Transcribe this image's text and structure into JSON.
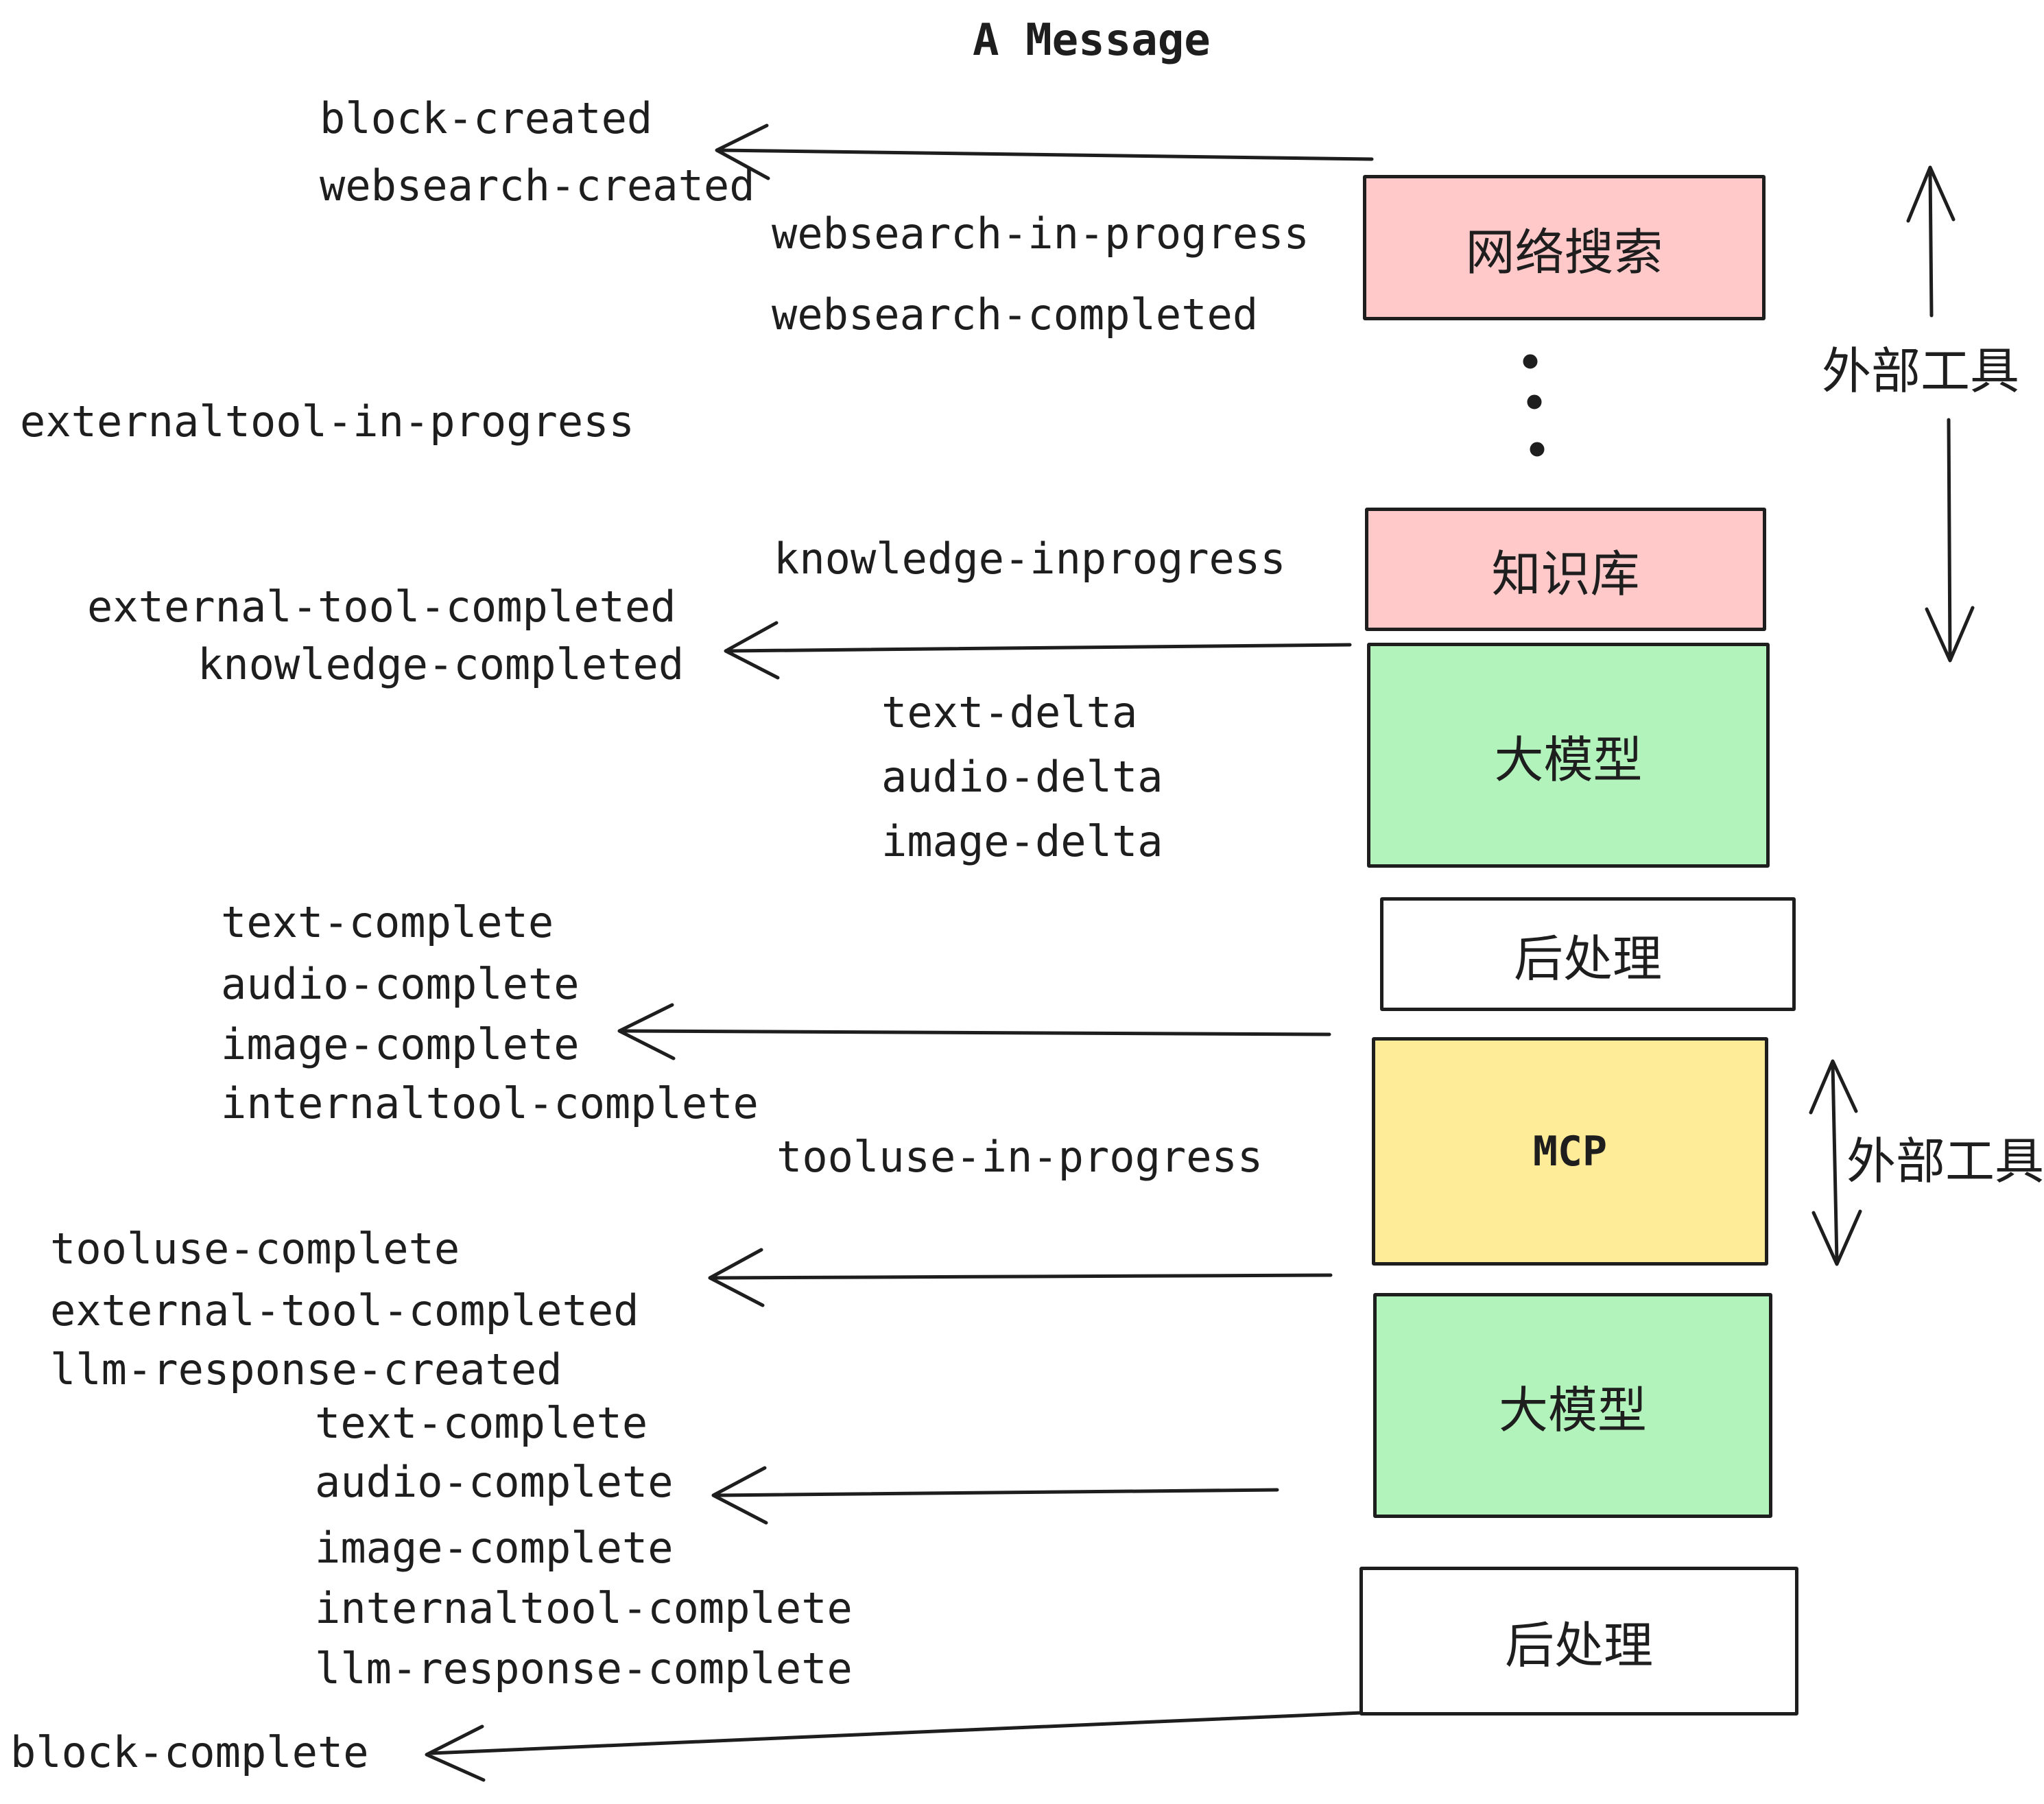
{
  "title": {
    "text": "A Message"
  },
  "colors": {
    "background": "#ffffff",
    "stroke": "#1e1e1e",
    "pink": "#ffc9c9",
    "green": "#b2f2bb",
    "yellow": "#ffec99",
    "white": "#ffffff"
  },
  "boxes": [
    {
      "id": "websearch",
      "label": "网络搜索",
      "color": "pink"
    },
    {
      "id": "knowledge",
      "label": "知识库",
      "color": "pink"
    },
    {
      "id": "llm-1",
      "label": "大模型",
      "color": "green"
    },
    {
      "id": "postprocess-1",
      "label": "后处理",
      "color": "white"
    },
    {
      "id": "mcp",
      "label": "MCP",
      "color": "yellow"
    },
    {
      "id": "llm-2",
      "label": "大模型",
      "color": "green"
    },
    {
      "id": "postprocess-2",
      "label": "后处理",
      "color": "white"
    }
  ],
  "events": [
    {
      "id": "block-created",
      "text": "block-created"
    },
    {
      "id": "websearch-created",
      "text": "websearch-created"
    },
    {
      "id": "websearch-in-progress",
      "text": "websearch-in-progress"
    },
    {
      "id": "websearch-completed",
      "text": "websearch-completed"
    },
    {
      "id": "externaltool-in-progress",
      "text": "externaltool-in-progress"
    },
    {
      "id": "knowledge-inprogress",
      "text": "knowledge-inprogress"
    },
    {
      "id": "external-tool-completed",
      "text": "external-tool-completed"
    },
    {
      "id": "knowledge-completed",
      "text": "knowledge-completed"
    },
    {
      "id": "text-delta-1",
      "text": "text-delta"
    },
    {
      "id": "audio-delta-1",
      "text": "audio-delta"
    },
    {
      "id": "image-delta-1",
      "text": "image-delta"
    },
    {
      "id": "text-complete-1",
      "text": "text-complete"
    },
    {
      "id": "audio-complete-1",
      "text": "audio-complete"
    },
    {
      "id": "image-complete-1",
      "text": "image-complete"
    },
    {
      "id": "internaltool-complete-1",
      "text": "internaltool-complete"
    },
    {
      "id": "tooluse-in-progress",
      "text": "tooluse-in-progress"
    },
    {
      "id": "tooluse-complete",
      "text": "tooluse-complete"
    },
    {
      "id": "external-tool-completed-2",
      "text": "external-tool-completed"
    },
    {
      "id": "llm-response-created",
      "text": "llm-response-created"
    },
    {
      "id": "text-complete-2",
      "text": "text-complete"
    },
    {
      "id": "audio-complete-2",
      "text": "audio-complete"
    },
    {
      "id": "image-complete-2",
      "text": "image-complete"
    },
    {
      "id": "internaltool-complete-2",
      "text": "internaltool-complete"
    },
    {
      "id": "llm-response-complete",
      "text": "llm-response-complete"
    },
    {
      "id": "block-complete",
      "text": "block-complete"
    }
  ],
  "annotations": {
    "external_tools_top": {
      "text": "外部工具"
    },
    "external_tools_mid": {
      "text": "外部工具"
    }
  }
}
